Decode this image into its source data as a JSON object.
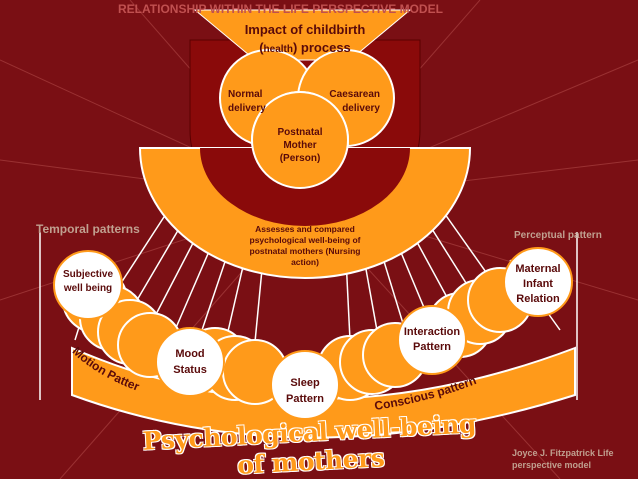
{
  "title": "RELATIONSHIP WITHIN THE LIFE PERSPECTIVE MODEL",
  "impact": {
    "line1": "Impact of childbirth",
    "line2_open": "(",
    "line2_health": "health",
    "line2_close": ") process"
  },
  "circles": {
    "normal": "Normal delivery",
    "caesarean": "Caesarean delivery",
    "postnatal": "Postnatal Mother (Person)"
  },
  "assess": "Assesses and compared psychological well-being of postnatal mothers (Nursing action)",
  "temporal": "Temporal patterns",
  "perceptual": "Perceptual pattern",
  "motion": "Motion Pattern",
  "conscious": "Conscious pattern",
  "nodes": {
    "subjective": "Subjective well being",
    "mood": "Mood Status",
    "sleep": "Sleep Pattern",
    "interaction": "Interaction Pattern",
    "maternal": "Maternal Infant Relation"
  },
  "bottom_title": "Psychological well-being of mothers",
  "credit": "Joyce J. Fitzpatrick Life perspective model",
  "colors": {
    "background": "#7a0f14",
    "orange": "#ff9a1a",
    "dark_red": "#6a0a0a",
    "white": "#ffffff"
  }
}
